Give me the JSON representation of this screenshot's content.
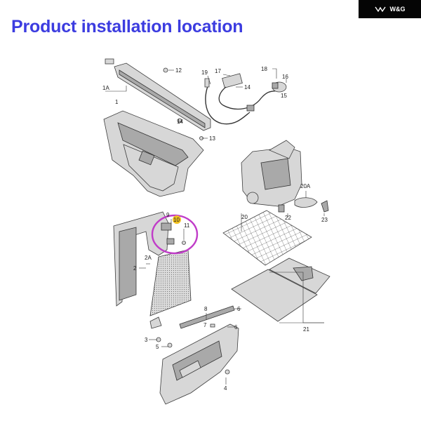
{
  "header": {
    "title": "Product installation location"
  },
  "brand": {
    "text": "W&G",
    "logo_icon": "wg-bird-logo-icon"
  },
  "diagram": {
    "labels": {
      "p1": "1",
      "p1a": "1A",
      "p2": "2",
      "p2a": "2A",
      "p3": "3",
      "p4": "4",
      "p5": "5",
      "p6": "6",
      "p6b": "6",
      "p7": "7",
      "p8": "8",
      "p9": "9",
      "p10": "10",
      "p11": "11",
      "p12": "12",
      "p13": "13",
      "p14": "14",
      "p14b": "14",
      "p15": "15",
      "p16": "16",
      "p17": "17",
      "p18": "18",
      "p19": "19",
      "p20": "20",
      "p20a": "20A",
      "p21": "21",
      "p22": "22",
      "p23": "23"
    },
    "highlight": {
      "part": "10",
      "highlight_color": "#f0c020",
      "ring_color": "#c03cc8"
    }
  }
}
